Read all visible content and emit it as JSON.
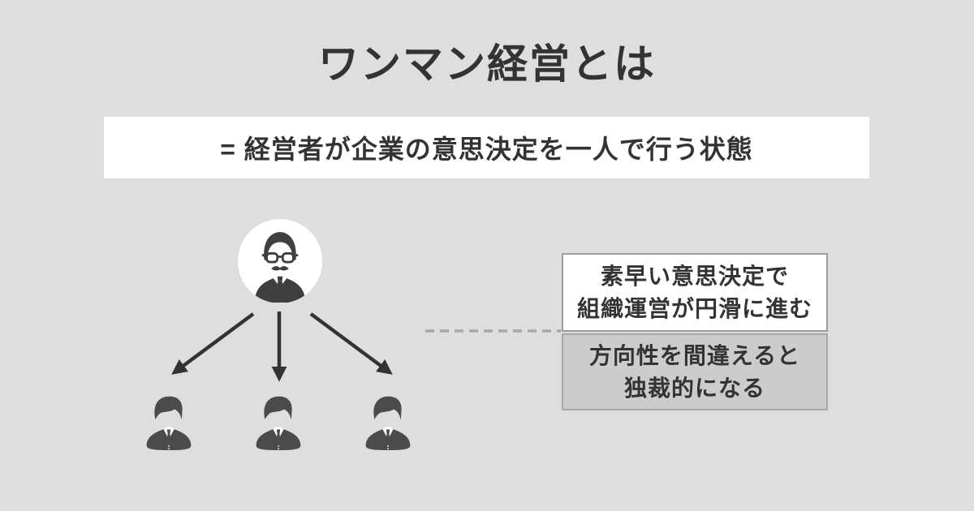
{
  "page": {
    "title": "ワンマン経営とは",
    "background_color": "#dedede"
  },
  "definition_banner": {
    "text": "= 経営者が企業の意思決定を一人で行う状態",
    "background_color": "#ffffff"
  },
  "diagram": {
    "manager_icon": "manager-with-glasses-avatar",
    "employee_icons": [
      "employee-avatar",
      "employee-avatar",
      "employee-avatar"
    ],
    "arrow_count": 3,
    "arrow_color": "#333333",
    "connector_style": "horizontal-dashed-line",
    "connector_color": "#a9a9a9"
  },
  "callouts": {
    "merit": {
      "line1": "素早い意思決定で",
      "line2": "組織運営が円滑に進む",
      "background": "#ffffff",
      "border": "#9c9c9c"
    },
    "demerit": {
      "line1": "方向性を間違えると",
      "line2": "独裁的になる",
      "background": "#cccccc",
      "border": "#a8a8a8"
    }
  },
  "colors": {
    "background": "#dedede",
    "text": "#333333",
    "icon_dark": "#3f3f3f",
    "employee_icon": "#4b4b4b",
    "arrow": "#333333",
    "dashed_line": "#a9a9a9"
  }
}
